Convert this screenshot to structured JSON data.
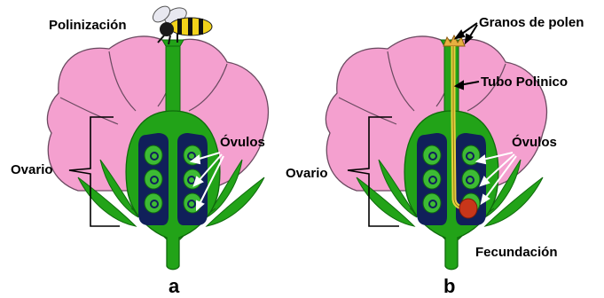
{
  "panel_a": {
    "letter": "a",
    "label_pollination": "Polinización",
    "label_ovules": "Óvulos",
    "label_ovary": "Ovario"
  },
  "panel_b": {
    "letter": "b",
    "label_pollen": "Granos de polen",
    "label_tube": "Tubo Polinico",
    "label_ovules": "Óvulos",
    "label_ovary": "Ovario",
    "label_fertilization": "Fecundación"
  },
  "colors": {
    "petal": "#f4a0cf",
    "petal_stroke": "#6a4a60",
    "green": "#22a318",
    "green_dark": "#0f6a0c",
    "ovary_inner": "#10205a",
    "ovule": "#3dbb34",
    "tube": "#e8d040",
    "fertilization": "#c8361a"
  }
}
